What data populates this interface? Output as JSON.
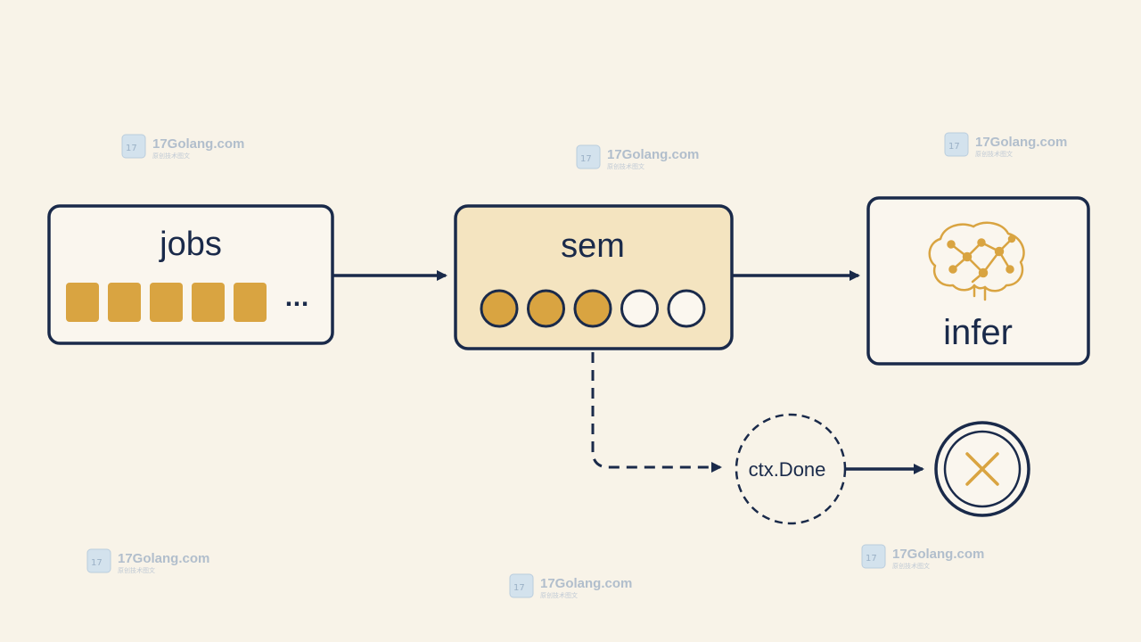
{
  "nodes": {
    "jobs": {
      "label": "jobs"
    },
    "sem": {
      "label": "sem",
      "slots_filled": 3,
      "slots_total": 5
    },
    "infer": {
      "label": "infer",
      "icon": "brain-network-icon"
    },
    "ctx_done": {
      "label": "ctx.Done"
    },
    "cancel": {
      "icon": "cancel-x-icon"
    }
  },
  "jobs_queue": {
    "items_shown": 5,
    "more_indicator": "···"
  },
  "watermark": {
    "domain": "17Golang.com",
    "subtitle": "原创技术图文"
  },
  "colors": {
    "background": "#f8f3e8",
    "navy": "#1a2a4a",
    "gold": "#d9a441",
    "sem_fill": "#f4e4c0",
    "box_fill": "#faf6ee"
  }
}
